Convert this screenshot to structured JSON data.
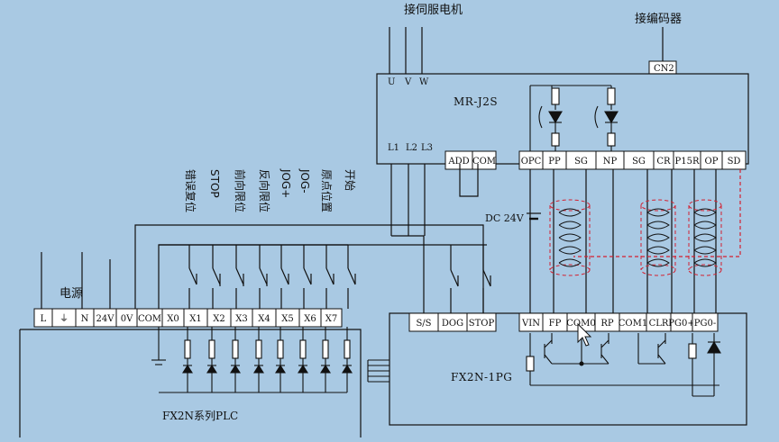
{
  "labels": {
    "servo_motor": "接伺服电机",
    "encoder": "接编码器",
    "cn2": "CN2",
    "servo_model": "MR-J2S",
    "power": "电源",
    "dc24": "DC 24V",
    "pg_model": "FX2N-1PG",
    "plc_model": "FX2N系列PLC",
    "uvw": [
      "U",
      "V",
      "W"
    ],
    "l_inputs": [
      "L1",
      "L2",
      "L3"
    ]
  },
  "servo_terms_left": [
    "ADD",
    "COM"
  ],
  "servo_terms_right": [
    "OPC",
    "PP",
    "SG",
    "NP",
    "SG",
    "CR",
    "P15R",
    "OP",
    "SD"
  ],
  "input_labels": [
    "错误复位",
    "STOP",
    "前向限位",
    "反向限位",
    "JOG+",
    "JOG-",
    "原点位置",
    "开始"
  ],
  "plc_terms": [
    "L",
    "⏚",
    "N",
    "24V",
    "0V",
    "COM",
    "X0",
    "X1",
    "X2",
    "X3",
    "X4",
    "X5",
    "X6",
    "X7"
  ],
  "pg_terms_left": [
    "S/S",
    "DOG",
    "STOP"
  ],
  "pg_terms_right": [
    "VIN",
    "FP",
    "COM0",
    "RP",
    "COM1",
    "CLR",
    "PG0+",
    "PG0-"
  ],
  "colors": {
    "background": "#a9c9e3",
    "line": "#111111",
    "cable": "#d42030",
    "box": "#ffffff"
  }
}
